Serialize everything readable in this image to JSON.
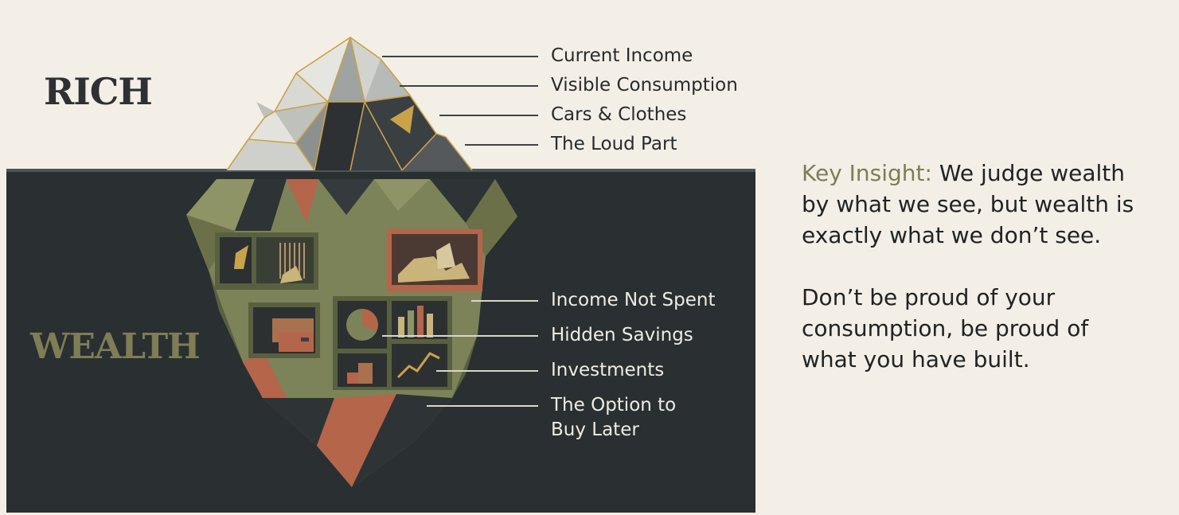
{
  "headings": {
    "rich": "RICH",
    "wealth": "WEALTH"
  },
  "above_labels": [
    "Current Income",
    "Visible Consumption",
    "Cars & Clothes",
    "The Loud Part"
  ],
  "below_labels": [
    "Income Not Spent",
    "Hidden Savings",
    "Investments",
    "The Option to",
    "Buy Later"
  ],
  "insight": {
    "kicker": "Key Insight:",
    "line1_rest": " We judge wealth",
    "line2": "by what we see, but wealth is",
    "line3": "exactly what we don’t see."
  },
  "lesson": {
    "line1": "Don’t be proud of your",
    "line2": "consumption, be proud of",
    "line3": "what you have built."
  },
  "colors": {
    "background": "#f3efe6",
    "water": "#2a2f31",
    "olive": "#7f7d55",
    "copper": "#b5654a",
    "gold": "#c9a24a"
  },
  "icons": [
    "iceberg-illustration",
    "gold-lined-tip",
    "hidden-vault-shelves",
    "pie-chart-icon",
    "trend-chart-icon"
  ]
}
